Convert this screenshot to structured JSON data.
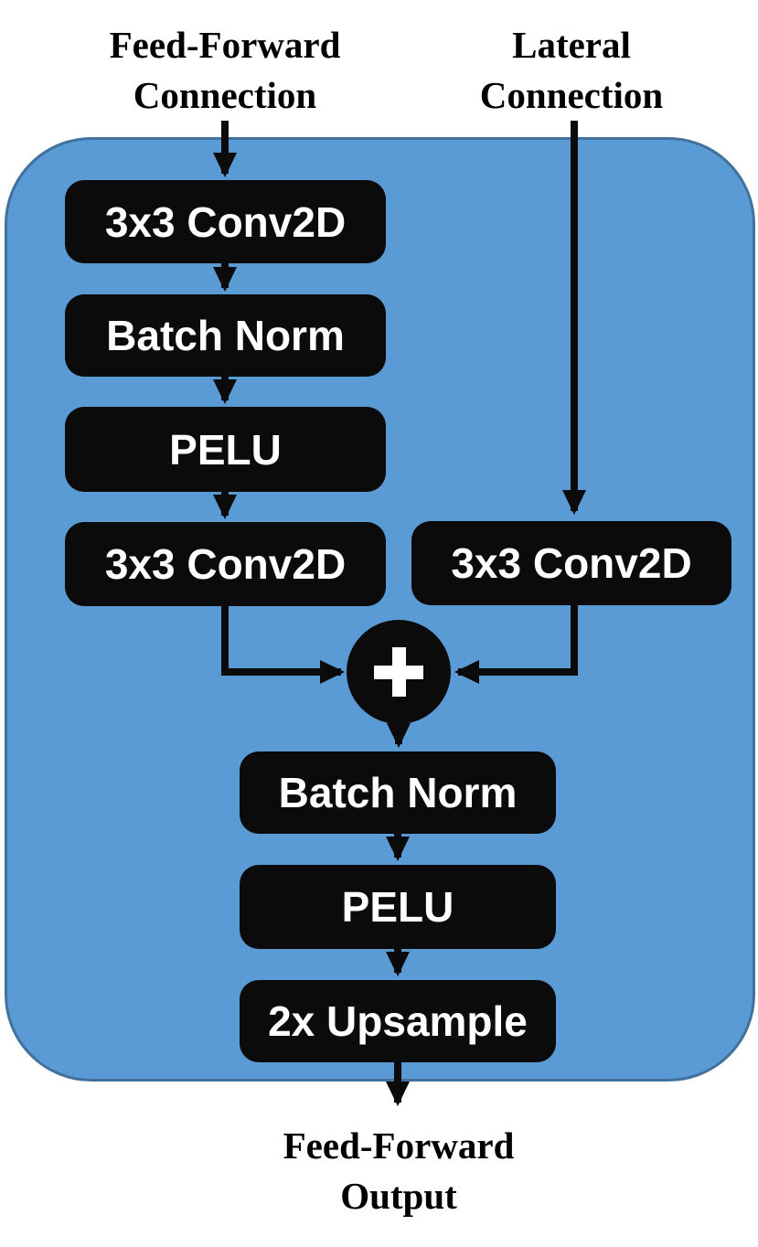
{
  "diagram": {
    "type": "neural-network-block-diagram",
    "labels": {
      "feedforward_input": {
        "line1": "Feed-Forward",
        "line2": "Connection"
      },
      "lateral_input": {
        "line1": "Lateral",
        "line2": "Connection"
      },
      "feedforward_output": {
        "line1": "Feed-Forward",
        "line2": "Output"
      }
    },
    "nodes": {
      "feedforward_branch": [
        "3x3 Conv2D",
        "Batch Norm",
        "PELU",
        "3x3 Conv2D"
      ],
      "lateral_branch": [
        "3x3 Conv2D"
      ],
      "merge_operator": "+",
      "post_merge_branch": [
        "Batch Norm",
        "PELU",
        "2x Upsample"
      ]
    },
    "edges": [
      "feedforward_input -> feedforward_branch",
      "lateral_input -> lateral_branch",
      "feedforward_branch -> merge",
      "lateral_branch -> merge",
      "merge -> post_merge_branch",
      "post_merge_branch -> feedforward_output"
    ],
    "colors": {
      "background": "#FFFFFF",
      "container_fill": "#5B9BD5",
      "container_border": "#41719C",
      "node_fill": "#0B0B0B",
      "node_text": "#FFFFFF",
      "label_text": "#000000",
      "arrow": "#0B0B0B"
    }
  }
}
